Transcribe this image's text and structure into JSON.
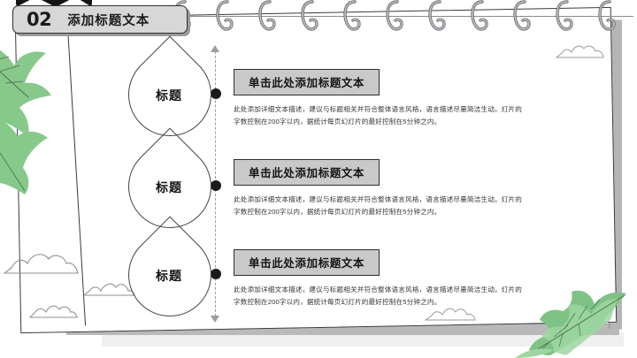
{
  "slide": {
    "header": {
      "number": "02",
      "title": "添加标题文本"
    },
    "nodes": [
      {
        "label": "标题"
      },
      {
        "label": "标题"
      },
      {
        "label": "标题"
      }
    ],
    "blocks": [
      {
        "title": "单击此处添加标题文本",
        "body": "此处添加详细文本描述，建议与标题相关并符合整体语言风格，语言描述尽量简洁生动。灯片的字数控制在200字以内，据统计每页幻灯片的最好控制在5分钟之内。"
      },
      {
        "title": "单击此处添加标题文本",
        "body": "此处添加详细文本描述，建议与标题相关并符合整体语言风格，语言描述尽量简洁生动。灯片的字数控制在200字以内，据统计每页幻灯片的最好控制在5分钟之内。"
      },
      {
        "title": "单击此处添加标题文本",
        "body": "此处添加详细文本描述，建议与标题相关并符合整体语言风格，语言描述尽量简洁生动。灯片的字数控制在200字以内，据统计每页幻灯片的最好控制在5分钟之内。"
      }
    ],
    "colors": {
      "header_fill": "#d7d7d7",
      "title_fill": "#c9c9c9",
      "outline": "#2d2d2d",
      "leaf_green": "#86c98b",
      "leaf_green_light": "#a5d9a7",
      "timeline": "#9d9d9d",
      "paper_edge": "#b5b5b5"
    }
  }
}
